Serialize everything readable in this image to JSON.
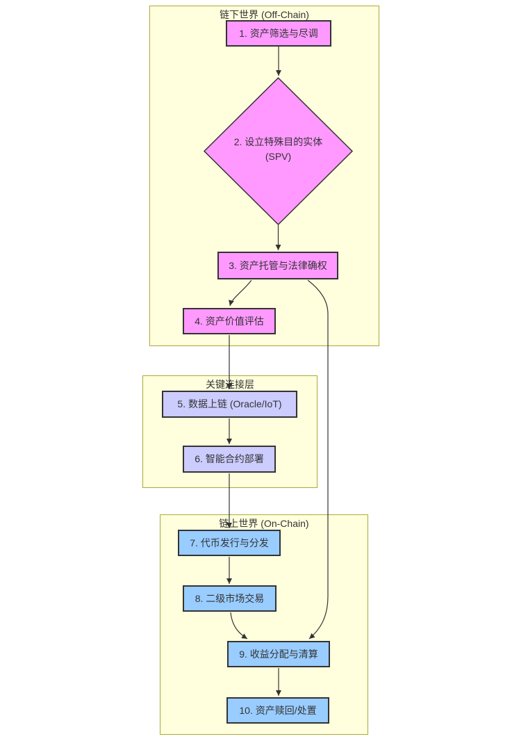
{
  "diagram": {
    "type": "flowchart",
    "clusters": [
      {
        "id": "offchain",
        "title": "链下世界 (Off-Chain)"
      },
      {
        "id": "bridge",
        "title": "关键连接层"
      },
      {
        "id": "onchain",
        "title": "链上世界 (On-Chain)"
      }
    ],
    "nodes": [
      {
        "id": "1",
        "shape": "rect",
        "cluster": "offchain",
        "fill": "#ff99ff",
        "label": "1. 资产筛选与尽调"
      },
      {
        "id": "2",
        "shape": "diamond",
        "cluster": "offchain",
        "fill": "#ff99ff",
        "label": "2. 设立特殊目的实体",
        "label2": "(SPV)"
      },
      {
        "id": "3",
        "shape": "rect",
        "cluster": "offchain",
        "fill": "#ff99ff",
        "label": "3. 资产托管与法律确权"
      },
      {
        "id": "4",
        "shape": "rect",
        "cluster": "offchain",
        "fill": "#ff99ff",
        "label": "4. 资产价值评估"
      },
      {
        "id": "5",
        "shape": "rect",
        "cluster": "bridge",
        "fill": "#ccccff",
        "label": "5. 数据上链 (Oracle/IoT)"
      },
      {
        "id": "6",
        "shape": "rect",
        "cluster": "bridge",
        "fill": "#ccccff",
        "label": "6. 智能合约部署"
      },
      {
        "id": "7",
        "shape": "rect",
        "cluster": "onchain",
        "fill": "#99ccff",
        "label": "7. 代币发行与分发"
      },
      {
        "id": "8",
        "shape": "rect",
        "cluster": "onchain",
        "fill": "#99ccff",
        "label": "8. 二级市场交易"
      },
      {
        "id": "9",
        "shape": "rect",
        "cluster": "onchain",
        "fill": "#99ccff",
        "label": "9. 收益分配与清算"
      },
      {
        "id": "10",
        "shape": "rect",
        "cluster": "onchain",
        "fill": "#99ccff",
        "label": "10. 资产赎回/处置"
      }
    ],
    "edges": [
      {
        "from": "1",
        "to": "2"
      },
      {
        "from": "2",
        "to": "3"
      },
      {
        "from": "3",
        "to": "4"
      },
      {
        "from": "3",
        "to": "9"
      },
      {
        "from": "4",
        "to": "5"
      },
      {
        "from": "5",
        "to": "6"
      },
      {
        "from": "6",
        "to": "7"
      },
      {
        "from": "7",
        "to": "8"
      },
      {
        "from": "8",
        "to": "9"
      },
      {
        "from": "9",
        "to": "10"
      }
    ],
    "colors": {
      "cluster_fill": "#ffffde",
      "cluster_border": "#aaaa33",
      "node_border": "#333333",
      "edge": "#333333",
      "text": "#333333",
      "offchain_fill": "#ff99ff",
      "bridge_fill": "#ccccff",
      "onchain_fill": "#99ccff"
    }
  }
}
